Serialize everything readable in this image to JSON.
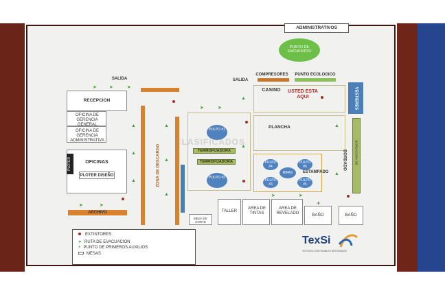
{
  "top_label": "ADMINISTRATIVOS",
  "meeting_point": "PUNTO DE ENCUENTRO",
  "rooms": {
    "salida_left": "SALIDA",
    "salida_right": "SALIDA",
    "recepcion": "RECEPCION",
    "oficina_general": "OFICINA DE GERENCIA GENERAL",
    "oficina_admin": "OFICINA DE GERENCIA ADMINISTRATIVA",
    "oficinas": "OFICINAS",
    "ploter": "PLOTER",
    "ploter_diseno": "PLOTER DISEÑO",
    "archivo": "ARCHIVO",
    "zona_descargo": "ZONA DE DESCARGO",
    "compresores": "COMPRESORES",
    "punto_ecologico": "PUNTO ECOLOGICO",
    "casino": "CASINO",
    "usted_esta_aqui": "USTED ESTA AQUI",
    "vestieres": "VESTIERES",
    "plancha": "PLANCHA",
    "pulpo1": "PULPO #1",
    "pulpo2": "PULPO #2",
    "termofijadora1": "TERMOFIJADORA",
    "termofijadora2": "TERMOFIJADORA",
    "estampado": "ESTAMPADO",
    "bordado": "BORDADO",
    "bordadora": "BORDADORA DE",
    "pulpo3": "PULPO #3",
    "pulpo4": "PULPO #4",
    "pulpo5": "PULPO #5",
    "pulpo6": "PULPO #6",
    "ripas": "RIPAS",
    "mesa_corte": "MESA DE CORTE",
    "taller": "TALLER",
    "area_tintas": "AREA DE TINTAS",
    "area_revelado": "AREA DE REVELADO",
    "bano1": "BAÑO",
    "bano2": "BAÑO"
  },
  "legend": {
    "items": [
      "EXTINTORES",
      "RUTA DE EVACUACION",
      "PUNTO DE PRIMEROS AUXILIOS",
      "MESAS"
    ]
  },
  "logo": {
    "name": "TexSi",
    "tagline": "TEXTILES SOSTENIBLES INTEGRALES"
  },
  "watermark": "CLASIFICADOS",
  "colors": {
    "frame_red": "#6f2619",
    "frame_blue": "#23468e",
    "meeting_green": "#6cbf47",
    "pulpo_blue": "#4f82bf",
    "route_green": "#3da33a"
  }
}
